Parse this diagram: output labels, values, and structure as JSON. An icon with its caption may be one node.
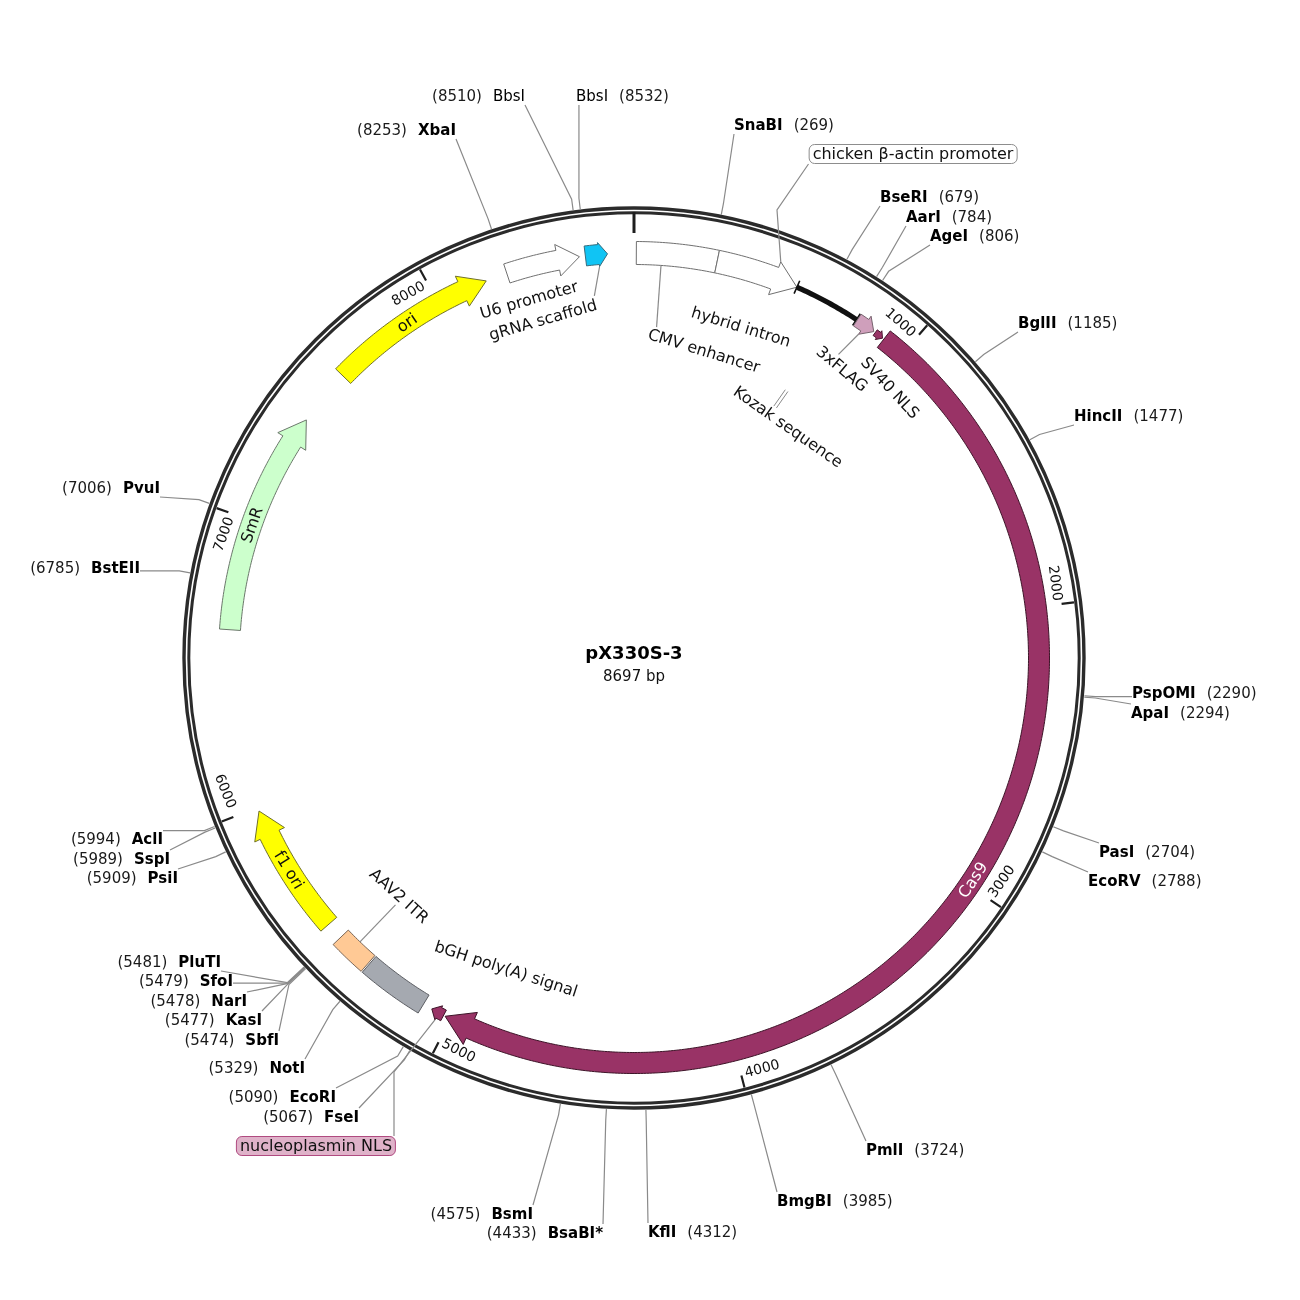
{
  "diagram": {
    "title": "pX330S-3",
    "nodes": [
      {
        "text": [],
        "shape": "box"
      },
      {
        "text": [],
        "shape": "arrow"
      },
      {
        "text": [],
        "shape": "bar"
      },
      {
        "text": [],
        "shape": "arrow"
      },
      {
        "text": [],
        "shape": "arrow"
      },
      {
        "text": [
          "Cas9"
        ]
      },
      {
        "text": [],
        "shape": "arrow"
      },
      {
        "text": [],
        "shape": "box"
      },
      {
        "text": [],
        "shape": "box"
      },
      {
        "text": [
          "f1 ori"
        ]
      },
      {
        "text": [
          "SmR"
        ]
      },
      {
        "text": [
          "ori"
        ]
      },
      {
        "text": [],
        "shape": "arrow",
        "beside": [
          "U6 promoter"
        ]
      },
      {
        "text": [],
        "shape": "arrow"
      },
      {
        "text": [
          "CMV enhancer"
        ]
      },
      {
        "text": [
          "chicken β-actin promoter"
        ]
      },
      {
        "text": [
          "3xFLAG"
        ]
      },
      {
        "text": [
          "Kozak sequence"
        ]
      },
      {
        "text": [
          "nucleoplasmin NLS"
        ]
      },
      {
        "text": [
          "AAV2 ITR"
        ]
      },
      {
        "text": [
          "gRNA scaffold"
        ]
      },
      {
        "text": [
          "SnaBI",
          "(269)"
        ]
      },
      {
        "text": [
          "BseRI",
          "(679)"
        ]
      },
      {
        "text": [
          "AarI",
          "(784)"
        ]
      },
      {
        "text": [
          "AgeI",
          "(806)"
        ]
      },
      {
        "text": [
          "BglII",
          "(1185)"
        ]
      },
      {
        "text": [
          "HincII",
          "(1477)"
        ]
      },
      {
        "text": [
          "PspOMI",
          "(2290)"
        ]
      },
      {
        "text": [
          "ApaI",
          "(2294)"
        ]
      },
      {
        "text": [
          "PasI",
          "(2704)"
        ]
      },
      {
        "text": [
          "EcoRV",
          "(2788)"
        ]
      },
      {
        "text": [
          "PmlI",
          "(3724)"
        ]
      },
      {
        "text": [
          "BmgBI",
          "(3985)"
        ]
      },
      {
        "text": [
          "KflI",
          "(4312)"
        ]
      },
      {
        "text": [
          "(4433)",
          "BsaBI*"
        ]
      },
      {
        "text": [
          "(4575)",
          "BsmI"
        ]
      },
      {
        "text": [
          "(5067)",
          "FseI"
        ]
      },
      {
        "text": [
          "(5090)",
          "EcoRI"
        ]
      },
      {
        "text": [
          "(5329)",
          "NotI"
        ]
      },
      {
        "text": [
          "(5474)",
          "SbfI"
        ]
      },
      {
        "text": [
          "(5477)",
          "KasI"
        ]
      },
      {
        "text": [
          "(5478)",
          "NarI"
        ]
      },
      {
        "text": [
          "(5479)",
          "SfoI"
        ]
      },
      {
        "text": [
          "(5481)",
          "PluTI"
        ]
      },
      {
        "text": [
          "(5909)",
          "PsiI"
        ]
      },
      {
        "text": [
          "(5989)",
          "SspI"
        ]
      },
      {
        "text": [
          "(5994)",
          "AclI"
        ]
      },
      {
        "text": [
          "(6785)",
          "BstEII"
        ]
      },
      {
        "text": [
          "(7006)",
          "PvuI"
        ]
      },
      {
        "text": [
          "(8253)",
          "XbaI"
        ]
      },
      {
        "text": [
          "(8510)",
          "BbsI"
        ]
      },
      {
        "text": [
          "BbsI",
          "(8532)"
        ]
      }
    ],
    "edges": [
      {
        "from": 14,
        "to": 0,
        "arrow": "none"
      },
      {
        "from": 15,
        "to": 1,
        "arrow": "none"
      },
      {
        "from": 16,
        "to": 3,
        "arrow": "none"
      },
      {
        "from": 17,
        "to": null,
        "arrow": "none"
      },
      {
        "from": 18,
        "to": 6,
        "arrow": "none"
      },
      {
        "from": 19,
        "to": 8,
        "arrow": "none"
      },
      {
        "from": 20,
        "to": 13,
        "arrow": "none"
      },
      {
        "from": 21,
        "to": null,
        "arrow": "none"
      },
      {
        "from": 22,
        "to": null,
        "arrow": "none"
      },
      {
        "from": 23,
        "to": null,
        "arrow": "none"
      },
      {
        "from": 24,
        "to": null,
        "arrow": "none"
      },
      {
        "from": 25,
        "to": null,
        "arrow": "none"
      },
      {
        "from": 26,
        "to": null,
        "arrow": "none"
      },
      {
        "from": 27,
        "to": null,
        "arrow": "none"
      },
      {
        "from": 28,
        "to": null,
        "arrow": "none"
      },
      {
        "from": 29,
        "to": null,
        "arrow": "none"
      },
      {
        "from": 30,
        "to": null,
        "arrow": "none"
      },
      {
        "from": 31,
        "to": null,
        "arrow": "none"
      },
      {
        "from": 32,
        "to": null,
        "arrow": "none"
      },
      {
        "from": 33,
        "to": null,
        "arrow": "none"
      },
      {
        "from": 34,
        "to": null,
        "arrow": "none"
      },
      {
        "from": 35,
        "to": null,
        "arrow": "none"
      },
      {
        "from": 36,
        "to": null,
        "arrow": "none"
      },
      {
        "from": 37,
        "to": null,
        "arrow": "none"
      },
      {
        "from": 38,
        "to": null,
        "arrow": "none"
      },
      {
        "from": 39,
        "to": null,
        "arrow": "none"
      },
      {
        "from": 40,
        "to": null,
        "arrow": "none"
      },
      {
        "from": 41,
        "to": null,
        "arrow": "none"
      },
      {
        "from": 42,
        "to": null,
        "arrow": "none"
      },
      {
        "from": 43,
        "to": null,
        "arrow": "none"
      },
      {
        "from": 44,
        "to": null,
        "arrow": "none"
      },
      {
        "from": 45,
        "to": null,
        "arrow": "none"
      },
      {
        "from": 46,
        "to": null,
        "arrow": "none"
      },
      {
        "from": 47,
        "to": null,
        "arrow": "none"
      },
      {
        "from": 48,
        "to": null,
        "arrow": "none"
      },
      {
        "from": 49,
        "to": null,
        "arrow": "none"
      },
      {
        "from": 50,
        "to": null,
        "arrow": "none"
      },
      {
        "from": 51,
        "to": null,
        "arrow": "none"
      }
    ],
    "labels": [
      "8697 bp",
      "1000",
      "2000",
      "3000",
      "4000",
      "5000",
      "6000",
      "7000",
      "8000",
      "hybrid intron",
      "SV40 NLS",
      "bGH poly(A) signal"
    ]
  }
}
